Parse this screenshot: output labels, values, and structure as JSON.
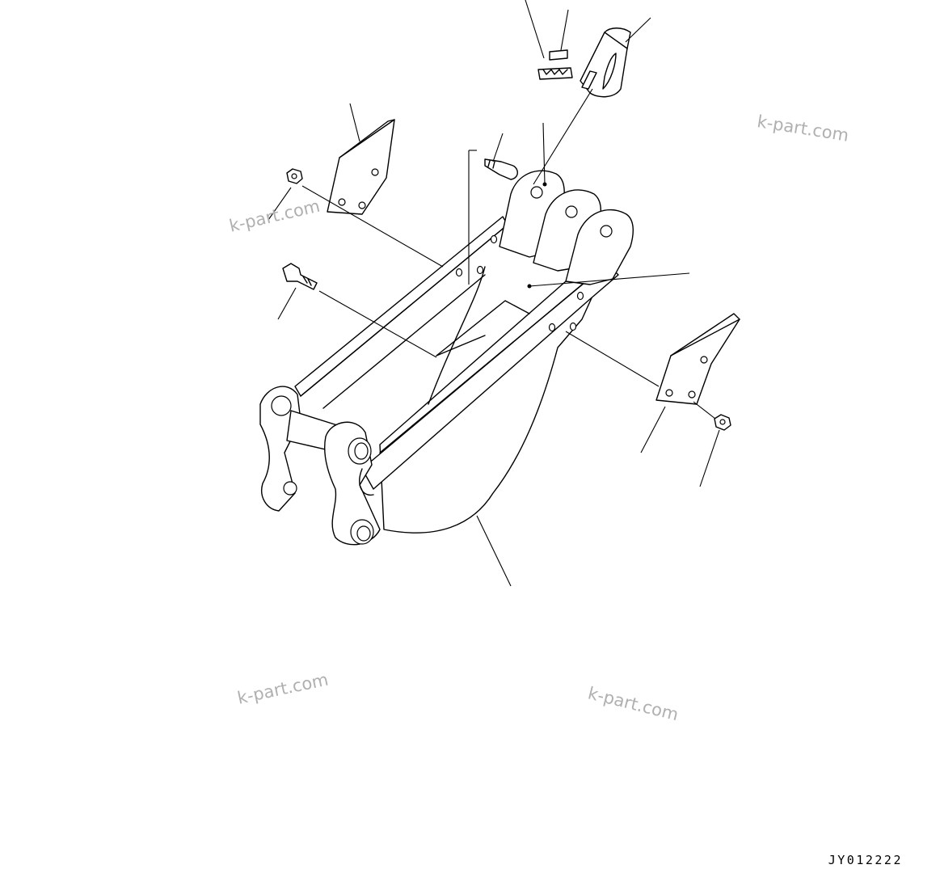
{
  "watermarks": [
    "k-part.com",
    "k-part.com",
    "k-part.com",
    "k-part.com"
  ],
  "drawing_code": "JY012222",
  "colors": {
    "line": "#000000",
    "watermark": "#b0b0b0",
    "background": "#ffffff"
  }
}
